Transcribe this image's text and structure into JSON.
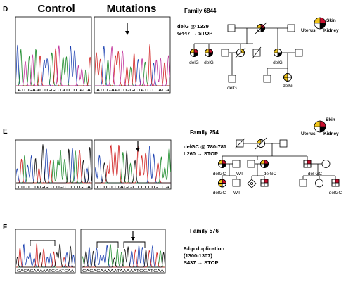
{
  "headers": {
    "control": "Control",
    "mutations": "Mutations"
  },
  "legend": {
    "skin": "Skin",
    "uterus": "Uterus",
    "kidney": "Kidney"
  },
  "colors": {
    "skin": "#c8102e",
    "uterus": "#f0c419",
    "kidney": "#000000",
    "trace_blue": "#1a3fb0",
    "trace_green": "#1b8a2a",
    "trace_red": "#d02020",
    "trace_black": "#111111",
    "trace_magenta": "#c0309a"
  },
  "panelD": {
    "letter": "D",
    "family": "Family 6844",
    "mutation_line1": "delG @ 1339",
    "mutation_line2": "G447 → STOP",
    "seq_control": "ATCGAACTGGCTATCTCACA",
    "seq_mutation": "ATCGAACTGGCTATCTCACA",
    "labels": [
      "delG",
      "delG",
      "delG",
      "delG",
      "delG"
    ]
  },
  "panelE": {
    "letter": "E",
    "family": "Family 254",
    "mutation_line1": "delGC @ 780-781",
    "mutation_line2": "L260 → STOP",
    "seq_control": "TTCTTTAGGCTTGCTTTTGCA",
    "seq_mutation": "TTTCTTTAGGCTTTTTGTCA",
    "labels": [
      "delGC",
      "WT",
      "delGC",
      "del GC",
      "delGC",
      "WT",
      "delGC"
    ]
  },
  "panelF": {
    "letter": "F",
    "family": "Family 576",
    "mutation_line1": "8-bp duplication",
    "mutation_line2": "(1300-1307)",
    "mutation_line3": "S437 → STOP",
    "seq_control": "CACACAAAAATGGATCAA",
    "seq_mutation": "CACACAAAAATAAAAATGGATCAA"
  }
}
